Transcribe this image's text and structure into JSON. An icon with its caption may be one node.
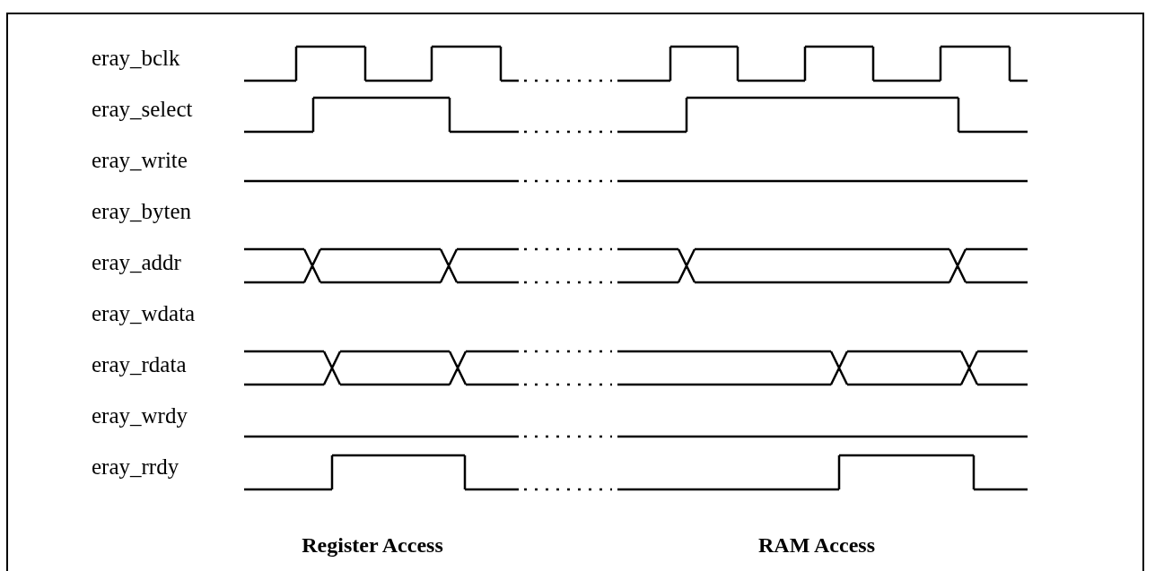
{
  "diagram": {
    "labels": [
      "eray_bclk",
      "eray_select",
      "eray_write",
      "eray_byten",
      "eray_addr",
      "eray_wdata",
      "eray_rdata",
      "eray_wrdy",
      "eray_rrdy",
      "Register Access",
      "RAM Access"
    ]
  }
}
